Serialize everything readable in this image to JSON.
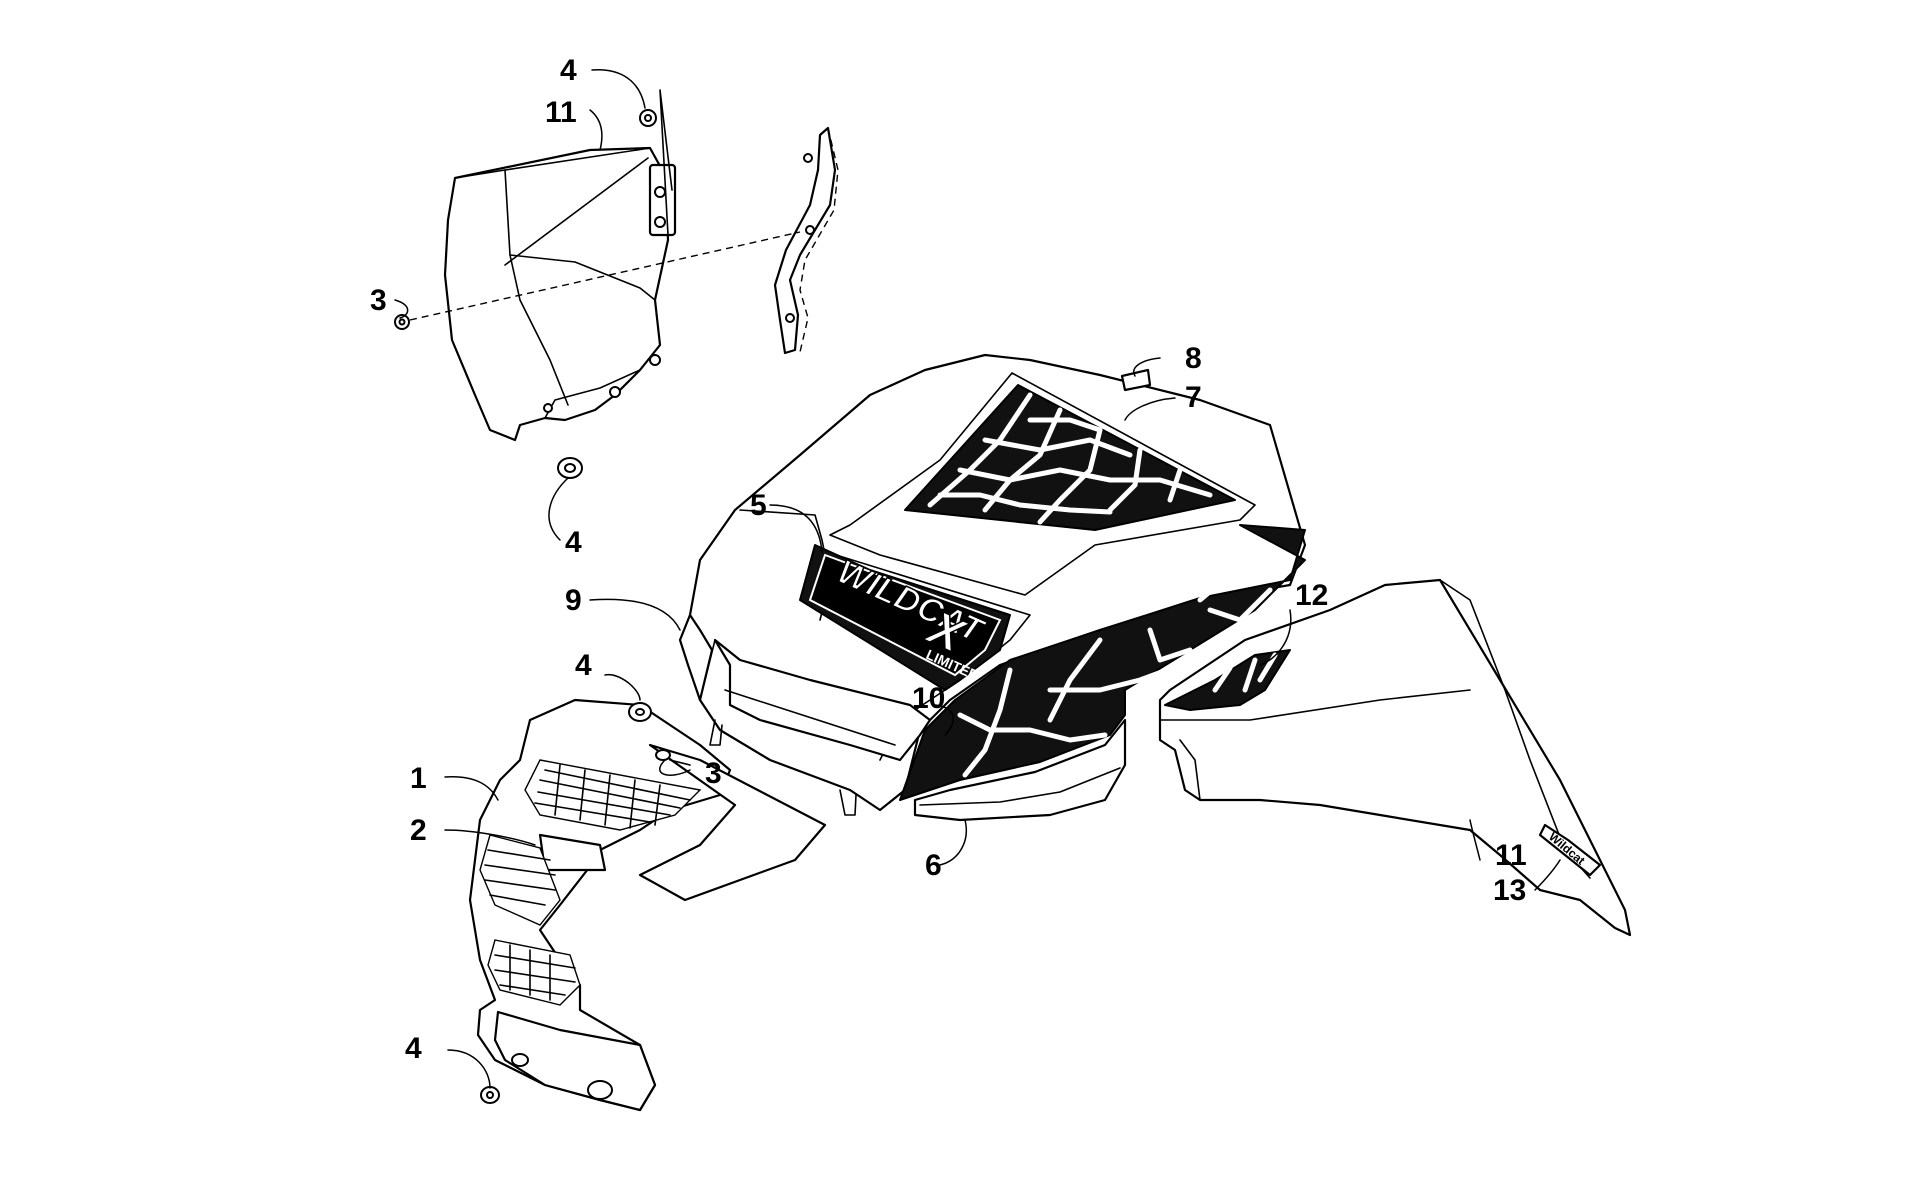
{
  "diagram": {
    "callouts": [
      {
        "id": "c1",
        "text": "1"
      },
      {
        "id": "c2",
        "text": "2"
      },
      {
        "id": "c3a",
        "text": "3"
      },
      {
        "id": "c3b",
        "text": "3"
      },
      {
        "id": "c4a",
        "text": "4"
      },
      {
        "id": "c4b",
        "text": "4"
      },
      {
        "id": "c4c",
        "text": "4"
      },
      {
        "id": "c4d",
        "text": "4"
      },
      {
        "id": "c5",
        "text": "5"
      },
      {
        "id": "c6",
        "text": "6"
      },
      {
        "id": "c7",
        "text": "7"
      },
      {
        "id": "c8",
        "text": "8"
      },
      {
        "id": "c9",
        "text": "9"
      },
      {
        "id": "c10",
        "text": "10"
      },
      {
        "id": "c11a",
        "text": "11"
      },
      {
        "id": "c11b",
        "text": "11"
      },
      {
        "id": "c12",
        "text": "12"
      },
      {
        "id": "c13",
        "text": "13"
      }
    ],
    "decal_hood": {
      "brand": "WILDCAT",
      "badge": "X",
      "subtitle": "LIMITED"
    },
    "decal_side": {
      "brand": "Wildcat"
    }
  }
}
